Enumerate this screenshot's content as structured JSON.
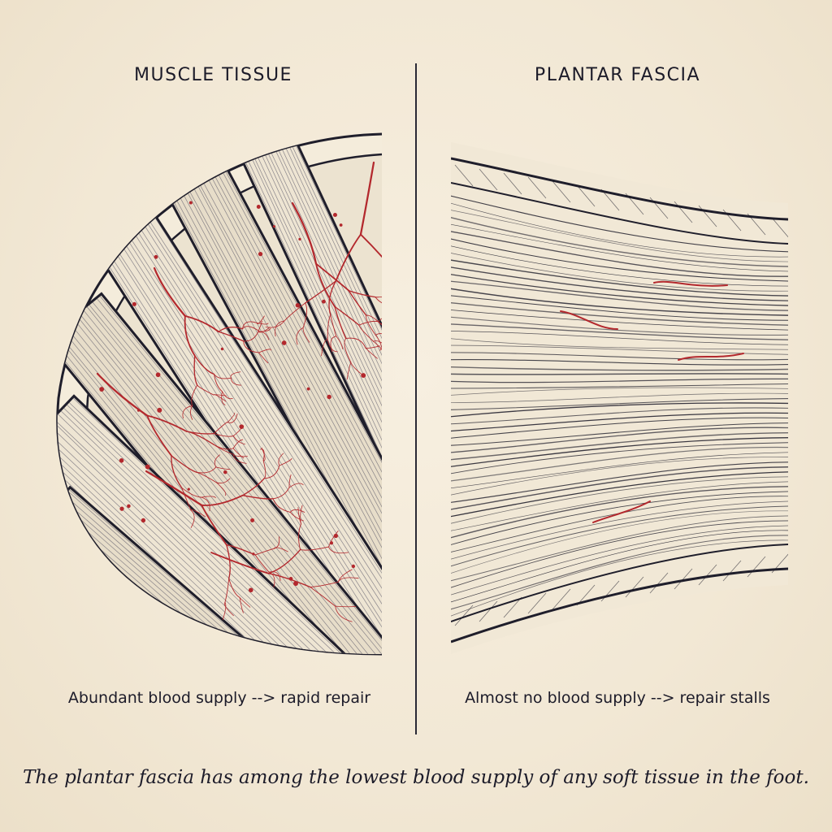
{
  "left_panel": {
    "title": "MUSCLE TISSUE",
    "caption": "Abundant blood supply --> rapid repair"
  },
  "right_panel": {
    "title": "PLANTAR FASCIA",
    "caption": "Almost no blood supply --> repair stalls"
  },
  "footnote": "The plantar fascia has among the lowest blood supply of any soft tissue in the foot.",
  "colors": {
    "ink": "#1f1e2b",
    "blood_vessel": "#b3282d",
    "paper": "#f3ead9"
  }
}
